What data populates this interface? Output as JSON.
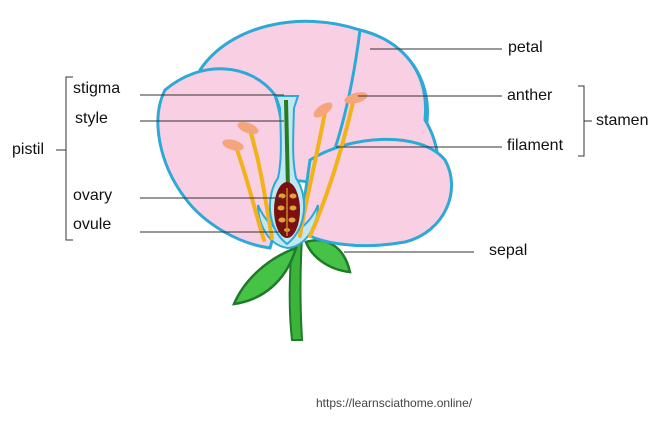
{
  "labels": {
    "petal": "petal",
    "anther": "anther",
    "stamen": "stamen",
    "filament": "filament",
    "sepal": "sepal",
    "stigma": "stigma",
    "style": "style",
    "pistil": "pistil",
    "ovary": "ovary",
    "ovule": "ovule"
  },
  "source_url": "https://learnsciathome.online/",
  "colors": {
    "petal_fill": "#f8cfe3",
    "petal_outline": "#2ea9d6",
    "filament": "#f2b21c",
    "anther": "#f4a57c",
    "leaf": "#3cb43c",
    "leaf_outline": "#1f7a2a",
    "ovary": "#7a1010",
    "pistil_stalk": "#2b7a1e"
  }
}
